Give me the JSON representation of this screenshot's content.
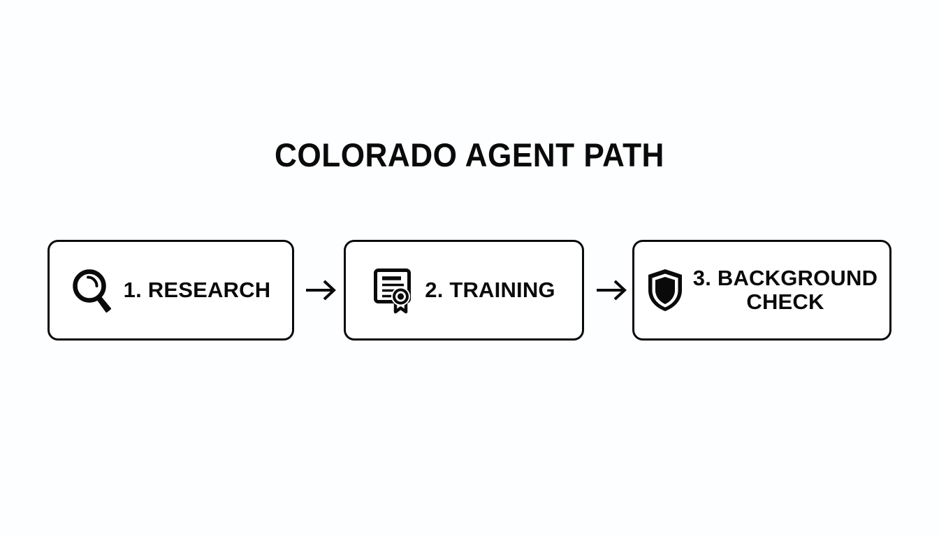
{
  "page": {
    "title": "COLORADO AGENT PATH",
    "background_color": "#fdfeff",
    "ink_color": "#0a0a0a"
  },
  "diagram": {
    "type": "horizontal-process-flow",
    "step_count": 3,
    "steps": [
      {
        "id": "step-1",
        "number": "1.",
        "label": "1. RESEARCH",
        "icon": "magnifier-icon",
        "icon_semantic": "search"
      },
      {
        "id": "step-2",
        "number": "2.",
        "label": "2. TRAINING",
        "icon": "certificate-icon",
        "icon_semantic": "certificate-award"
      },
      {
        "id": "step-3",
        "number": "3.",
        "label": "3. BACKGROUND\nCHECK",
        "icon": "shield-icon",
        "icon_semantic": "shield-security"
      }
    ],
    "connectors": [
      {
        "id": "connector-1",
        "from": "step-1",
        "to": "step-2",
        "glyph": "arrow-right-icon"
      },
      {
        "id": "connector-2",
        "from": "step-2",
        "to": "step-3",
        "glyph": "arrow-right-icon"
      }
    ]
  }
}
